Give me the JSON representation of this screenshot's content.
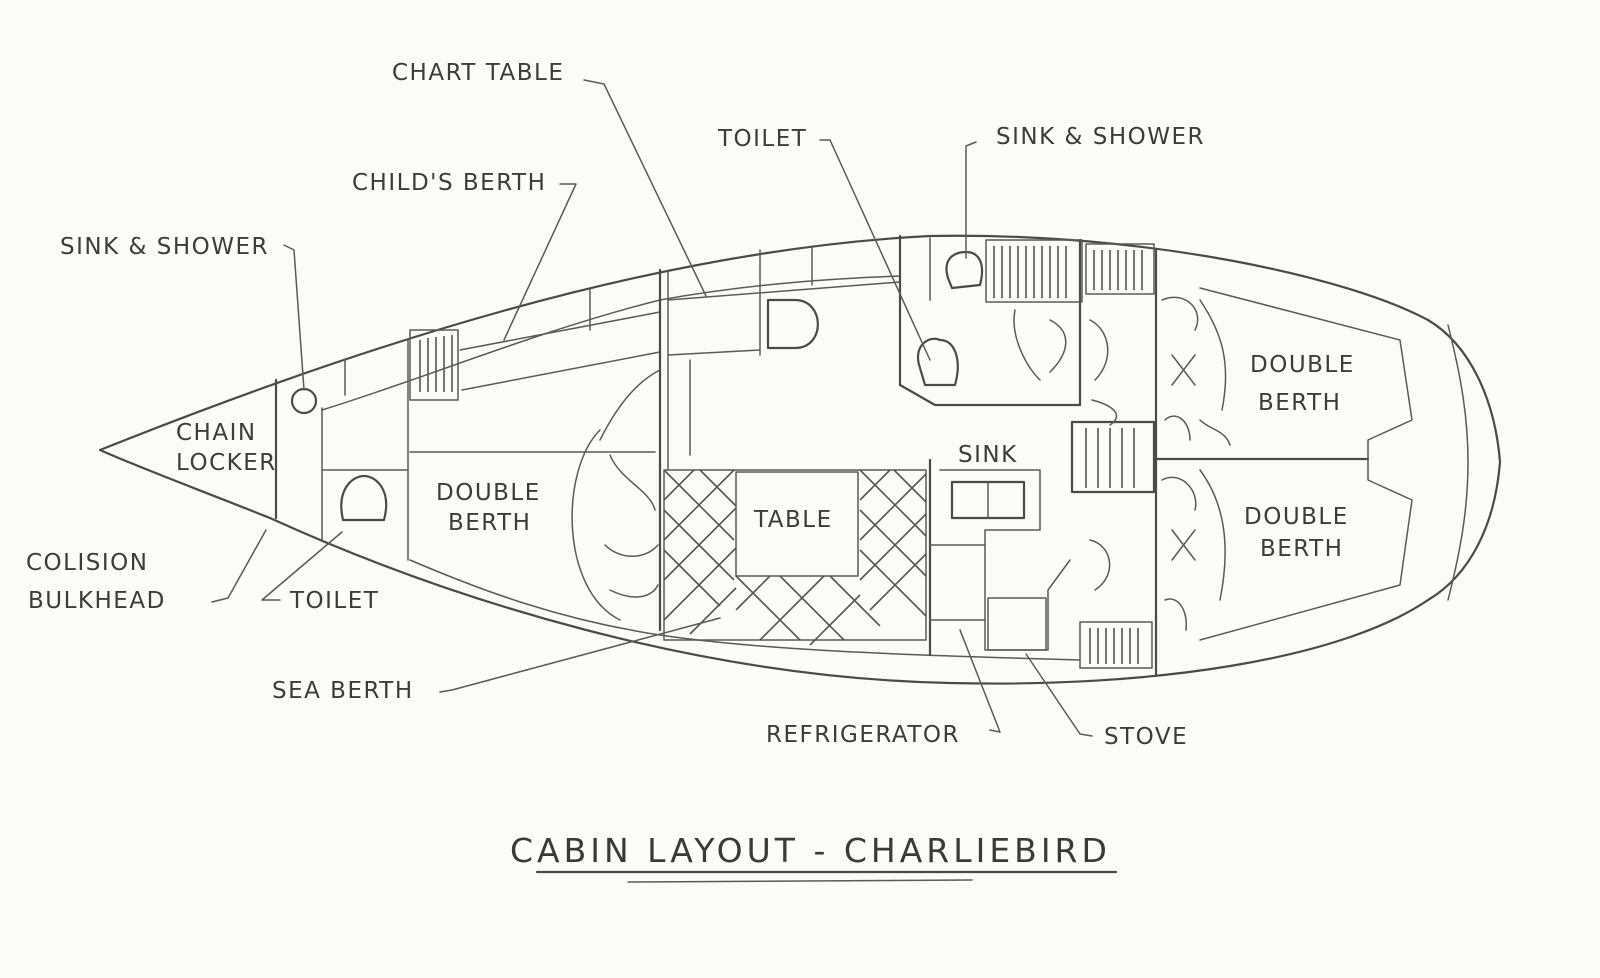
{
  "title": "CABIN LAYOUT - CHARLIEBIRD",
  "labels": {
    "chart_table": "CHART TABLE",
    "childs_berth": "CHILD'S BERTH",
    "sink_shower_fwd": "SINK & SHOWER",
    "chain_locker_1": "CHAIN",
    "chain_locker_2": "LOCKER",
    "colision_1": "COLISION",
    "colision_2": "BULKHEAD",
    "toilet_fwd": "TOILET",
    "sea_berth": "SEA BERTH",
    "double_berth_fwd_1": "DOUBLE",
    "double_berth_fwd_2": "BERTH",
    "table": "TABLE",
    "toilet_aft": "TOILET",
    "sink_shower_aft": "SINK & SHOWER",
    "sink": "SINK",
    "refrigerator": "REFRIGERATOR",
    "stove": "STOVE",
    "double_berth_aft1_1": "DOUBLE",
    "double_berth_aft1_2": "BERTH",
    "double_berth_aft2_1": "DOUBLE",
    "double_berth_aft2_2": "BERTH"
  }
}
